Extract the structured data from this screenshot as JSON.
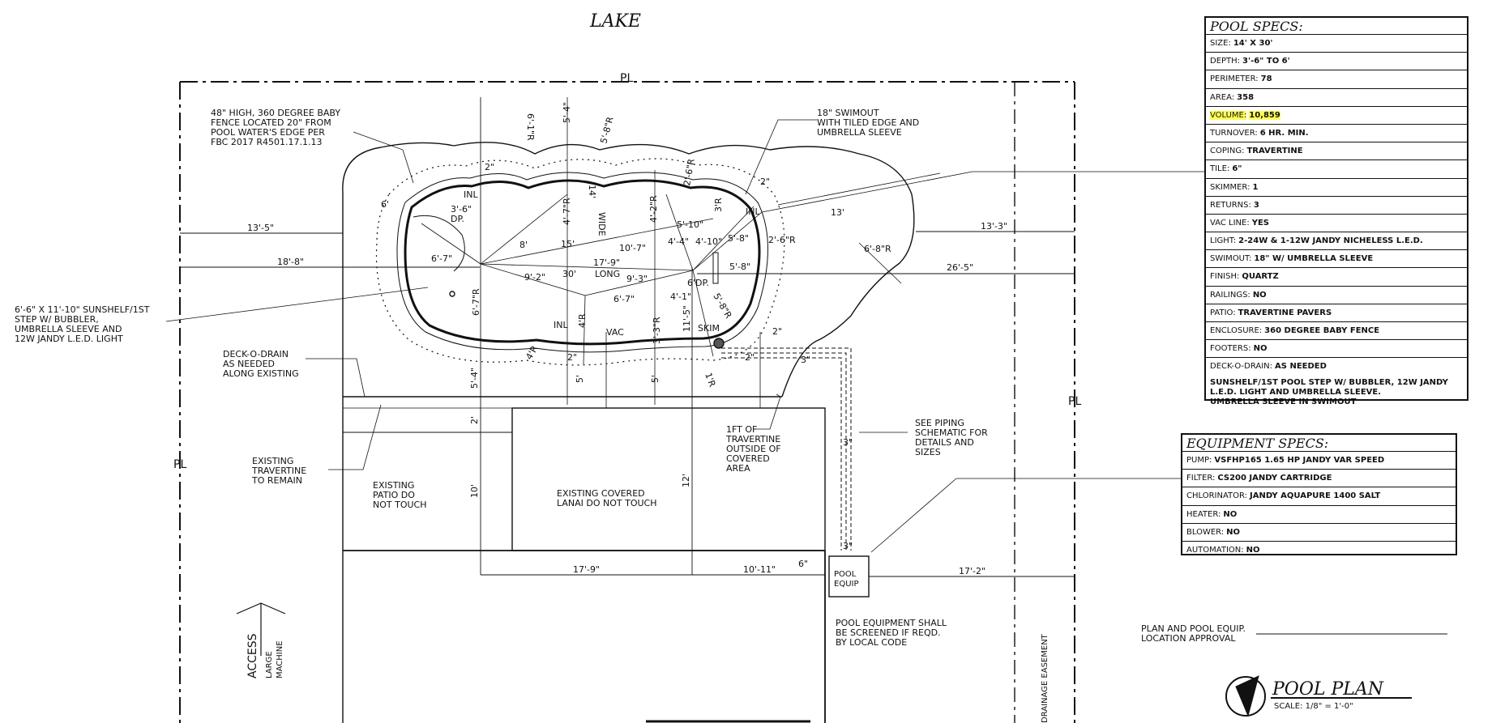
{
  "title_top": "LAKE",
  "property_line_mark": "PL",
  "pool_specs": {
    "title": "POOL SPECS:",
    "rows": [
      {
        "k": "SIZE:",
        "v": "14' X 30'"
      },
      {
        "k": "DEPTH:",
        "v": "3'-6\" TO 6'"
      },
      {
        "k": "PERIMETER:",
        "v": "78"
      },
      {
        "k": "AREA:",
        "v": "358"
      },
      {
        "k": "VOLUME:",
        "v": "10,859",
        "highlight": true
      },
      {
        "k": "TURNOVER:",
        "v": "6 HR. MIN."
      },
      {
        "k": "COPING:",
        "v": "TRAVERTINE"
      },
      {
        "k": "TILE:",
        "v": "6\""
      },
      {
        "k": "SKIMMER:",
        "v": "1"
      },
      {
        "k": "RETURNS:",
        "v": "3"
      },
      {
        "k": "VAC LINE:",
        "v": "YES"
      },
      {
        "k": "LIGHT:",
        "v": "2-24W & 1-12W JANDY NICHELESS L.E.D."
      },
      {
        "k": "SWIMOUT:",
        "v": "18\" W/ UMBRELLA SLEEVE"
      },
      {
        "k": "FINISH:",
        "v": "QUARTZ"
      },
      {
        "k": "RAILINGS:",
        "v": "NO"
      },
      {
        "k": "PATIO:",
        "v": "TRAVERTINE PAVERS"
      },
      {
        "k": "ENCLOSURE:",
        "v": "360 DEGREE BABY FENCE"
      },
      {
        "k": "FOOTERS:",
        "v": "NO"
      },
      {
        "k": "DECK-O-DRAIN:",
        "v": "AS NEEDED"
      }
    ],
    "note_lines": [
      "SUNSHELF/1ST POOL STEP W/ BUBBLER, 12W JANDY",
      "L.E.D. LIGHT AND UMBRELLA SLEEVE.",
      "UMBRELLA SLEEVE IN SWIMOUT"
    ]
  },
  "equipment_specs": {
    "title": "EQUIPMENT SPECS:",
    "rows": [
      {
        "k": "PUMP:",
        "v": "VSFHP165 1.65 HP JANDY VAR SPEED"
      },
      {
        "k": "FILTER:",
        "v": "CS200 JANDY CARTRIDGE"
      },
      {
        "k": "CHLORINATOR:",
        "v": "JANDY AQUAPURE 1400 SALT"
      },
      {
        "k": "HEATER:",
        "v": "NO"
      },
      {
        "k": "BLOWER:",
        "v": "NO"
      },
      {
        "k": "AUTOMATION:",
        "v": "NO"
      }
    ]
  },
  "notes": {
    "baby_fence": [
      "48\" HIGH, 360 DEGREE BABY",
      "FENCE LOCATED 20\" FROM",
      "POOL WATER'S EDGE PER",
      "FBC 2017 R4501.17.1.13"
    ],
    "swimout": [
      "18\" SWIMOUT",
      "WITH TILED EDGE AND",
      "UMBRELLA SLEEVE"
    ],
    "sunshelf": [
      "6'-6\" X 11'-10\" SUNSHELF/1ST",
      "STEP W/ BUBBLER,",
      "UMBRELLA SLEEVE AND",
      "12W JANDY L.E.D. LIGHT"
    ],
    "deck_o_drain": [
      "DECK-O-DRAIN",
      "AS NEEDED",
      "ALONG EXISTING"
    ],
    "existing_travertine": [
      "EXISTING",
      "TRAVERTINE",
      "TO REMAIN"
    ],
    "existing_patio": [
      "EXISTING",
      "PATIO DO",
      "NOT TOUCH"
    ],
    "existing_lanai": [
      "EXISTING COVERED",
      "LANAI DO NOT TOUCH"
    ],
    "travertine_outside": [
      "1FT OF",
      "TRAVERTINE",
      "OUTSIDE OF",
      "COVERED",
      "AREA"
    ],
    "piping": [
      "SEE PIPING",
      "SCHEMATIC FOR",
      "DETAILS AND",
      "SIZES"
    ],
    "pool_equip": [
      "POOL",
      "EQUIP"
    ],
    "screened": [
      "POOL EQUIPMENT SHALL",
      "BE SCREENED IF REQD.",
      "BY LOCAL CODE"
    ],
    "approval": [
      "PLAN AND POOL EQUIP.",
      "LOCATION APPROVAL"
    ],
    "access": "ACCESS",
    "large_machine": [
      "LARGE",
      "MACHINE"
    ],
    "drainage": "DRAINAGE EASEMENT"
  },
  "pool_plan": {
    "title": "POOL PLAN",
    "scale": "SCALE: 1/8\" = 1'-0\"",
    "north": "N"
  },
  "dims": {
    "d13_5": "13'-5\"",
    "d18_8": "18'-8\"",
    "d13_3": "13'-3\"",
    "d26_5": "26'-5\"",
    "d17_9": "17'-9\"",
    "d10_11": "10'-11\"",
    "d17_2": "17'-2\"",
    "d6": "6'",
    "d6_7": "6'-7\"",
    "d8": "8'",
    "d15": "15'",
    "d17_9_long": "17'-9\"",
    "long": "LONG",
    "d30": "30'",
    "d9_2": "9'-2\"",
    "d9_3": "9'-3\"",
    "d10_7": "10'-7\"",
    "d5_10": "5'-10\"",
    "d4_4": "4'-4\"",
    "d4_10": "4'-10\"",
    "d5_8": "5'-8\"",
    "d5_8b": "5'-8\"",
    "d6_7b": "6'-7\"",
    "d4_1": "4'-1\"",
    "d13": "13'",
    "d6_8r": "6'-8\"R",
    "d2_6r": "2'-6\"R",
    "d3_6": "3'-6\"",
    "dp": "DP.",
    "d6dp": "6'DP.",
    "inl": "INL",
    "vac": "VAC",
    "skim": "SKIM",
    "d2": "2\"",
    "d3": "3\"",
    "d2ft": "2'",
    "d10": "10'",
    "d12": "12'",
    "d6b": "6\"",
    "d5_4": "5'-4\"",
    "d5_4b": "5'-4\"",
    "d5": "5'",
    "d5b": "5'",
    "d11_5": "11'-5\"",
    "d4r": "4'R",
    "d3_3r": "3'-3\"R",
    "d14": "14'",
    "wide": "WIDE",
    "d6_7r": "6'-7\"R",
    "d4_2r": "4'-2\"R",
    "d4_7r": "4'-7\"R",
    "d5_8r": "5'-8\"R",
    "d6_1r": "6'-1\"R",
    "d2_6rb": "2'-6\"R",
    "d3r": "3'R",
    "d5_8rb": "5'-8\"R",
    "d1r": "1'R",
    "d4rb": "4'R"
  }
}
